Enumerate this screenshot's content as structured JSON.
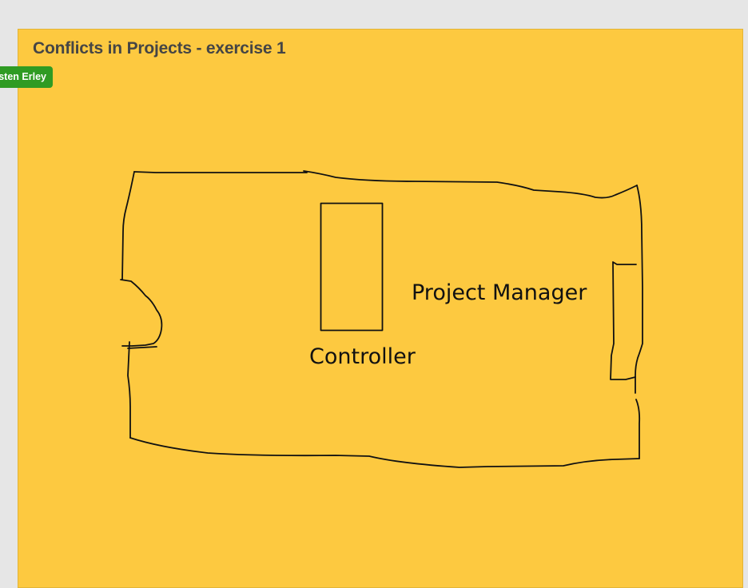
{
  "frame": {
    "title": "Conflicts in Projects - exercise 1",
    "background_color": "#fdc940"
  },
  "collaborator": {
    "name": "Torsten Erley",
    "visible_text": "sten Erley",
    "color": "#2f9b23"
  },
  "sketch": {
    "labels": {
      "project_manager": "Project Manager",
      "controller": "Controller"
    },
    "stroke_color": "#111111"
  }
}
